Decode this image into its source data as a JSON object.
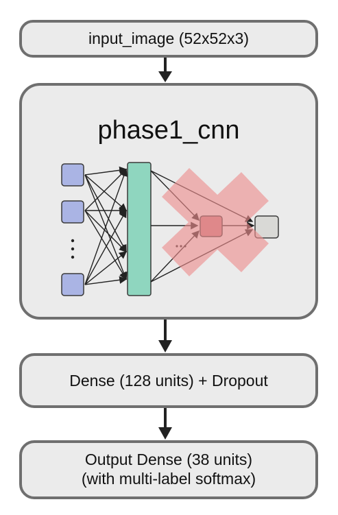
{
  "nodes": {
    "input": {
      "label": "input_image (52x52x3)"
    },
    "cnn": {
      "title": "phase1_cnn"
    },
    "dense": {
      "label": "Dense (128 units) + Dropout"
    },
    "output": {
      "line1": "Output Dense (38 units)",
      "line2": "(with multi-label softmax)"
    }
  },
  "colors": {
    "box_fill": "#ebebeb",
    "box_border": "#6f6f6f",
    "arrow": "#222222",
    "input_neuron": "#aab4e4",
    "hidden_layer": "#8fd6bf",
    "removed_neuron": "#c98086",
    "output_neuron": "#d9d9d6",
    "cross": "#ee8e8e"
  }
}
